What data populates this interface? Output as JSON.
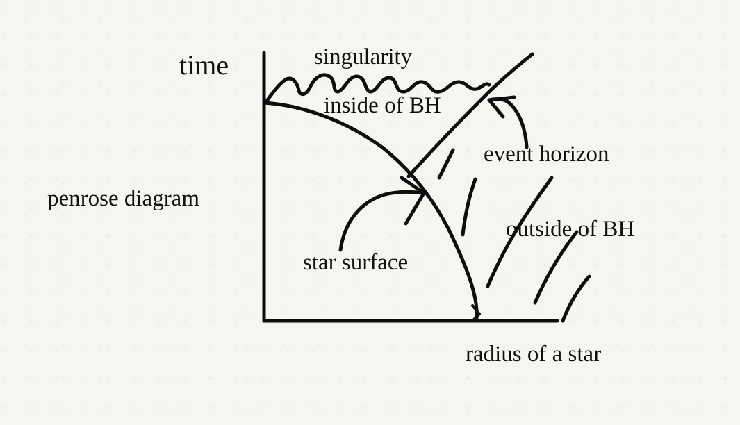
{
  "diagram": {
    "title": "penrose diagram",
    "labels": {
      "time": "time",
      "singularity": "singularity",
      "inside": "inside of BH",
      "event_horizon": "event horizon",
      "outside": "outside of BH",
      "star_surface": "star surface",
      "radius": "radius of a star"
    },
    "ink_color": "#0d0d0d",
    "paper_color": "#f6f5f1"
  }
}
